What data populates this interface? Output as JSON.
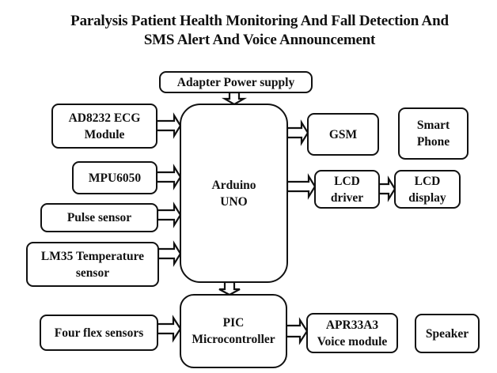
{
  "title": {
    "line1": "Paralysis Patient Health Monitoring And Fall Detection And",
    "line2": "SMS Alert And Voice Announcement"
  },
  "blocks": {
    "adapter": "Adapter Power supply",
    "ecg": "AD8232 ECG\nModule",
    "mpu": "MPU6050",
    "pulse": "Pulse sensor",
    "lm35": "LM35 Temperature\nsensor",
    "flex": "Four flex sensors",
    "arduino": "Arduino\nUNO",
    "pic": "PIC\nMicrocontroller",
    "gsm": "GSM",
    "smartphone": "Smart\nPhone",
    "lcd_driver": "LCD\ndriver",
    "lcd_display": "LCD\ndisplay",
    "voice": "APR33A3\nVoice module",
    "speaker": "Speaker"
  },
  "connections": [
    {
      "from": "Adapter Power supply",
      "to": "Arduino UNO"
    },
    {
      "from": "AD8232 ECG Module",
      "to": "Arduino UNO"
    },
    {
      "from": "MPU6050",
      "to": "Arduino UNO"
    },
    {
      "from": "Pulse sensor",
      "to": "Arduino UNO"
    },
    {
      "from": "LM35 Temperature sensor",
      "to": "Arduino UNO"
    },
    {
      "from": "Arduino UNO",
      "to": "GSM"
    },
    {
      "from": "Arduino UNO",
      "to": "LCD driver"
    },
    {
      "from": "LCD driver",
      "to": "LCD display"
    },
    {
      "from": "Arduino UNO",
      "to": "PIC Microcontroller"
    },
    {
      "from": "Four flex sensors",
      "to": "PIC Microcontroller"
    },
    {
      "from": "PIC Microcontroller",
      "to": "APR33A3 Voice module"
    }
  ]
}
